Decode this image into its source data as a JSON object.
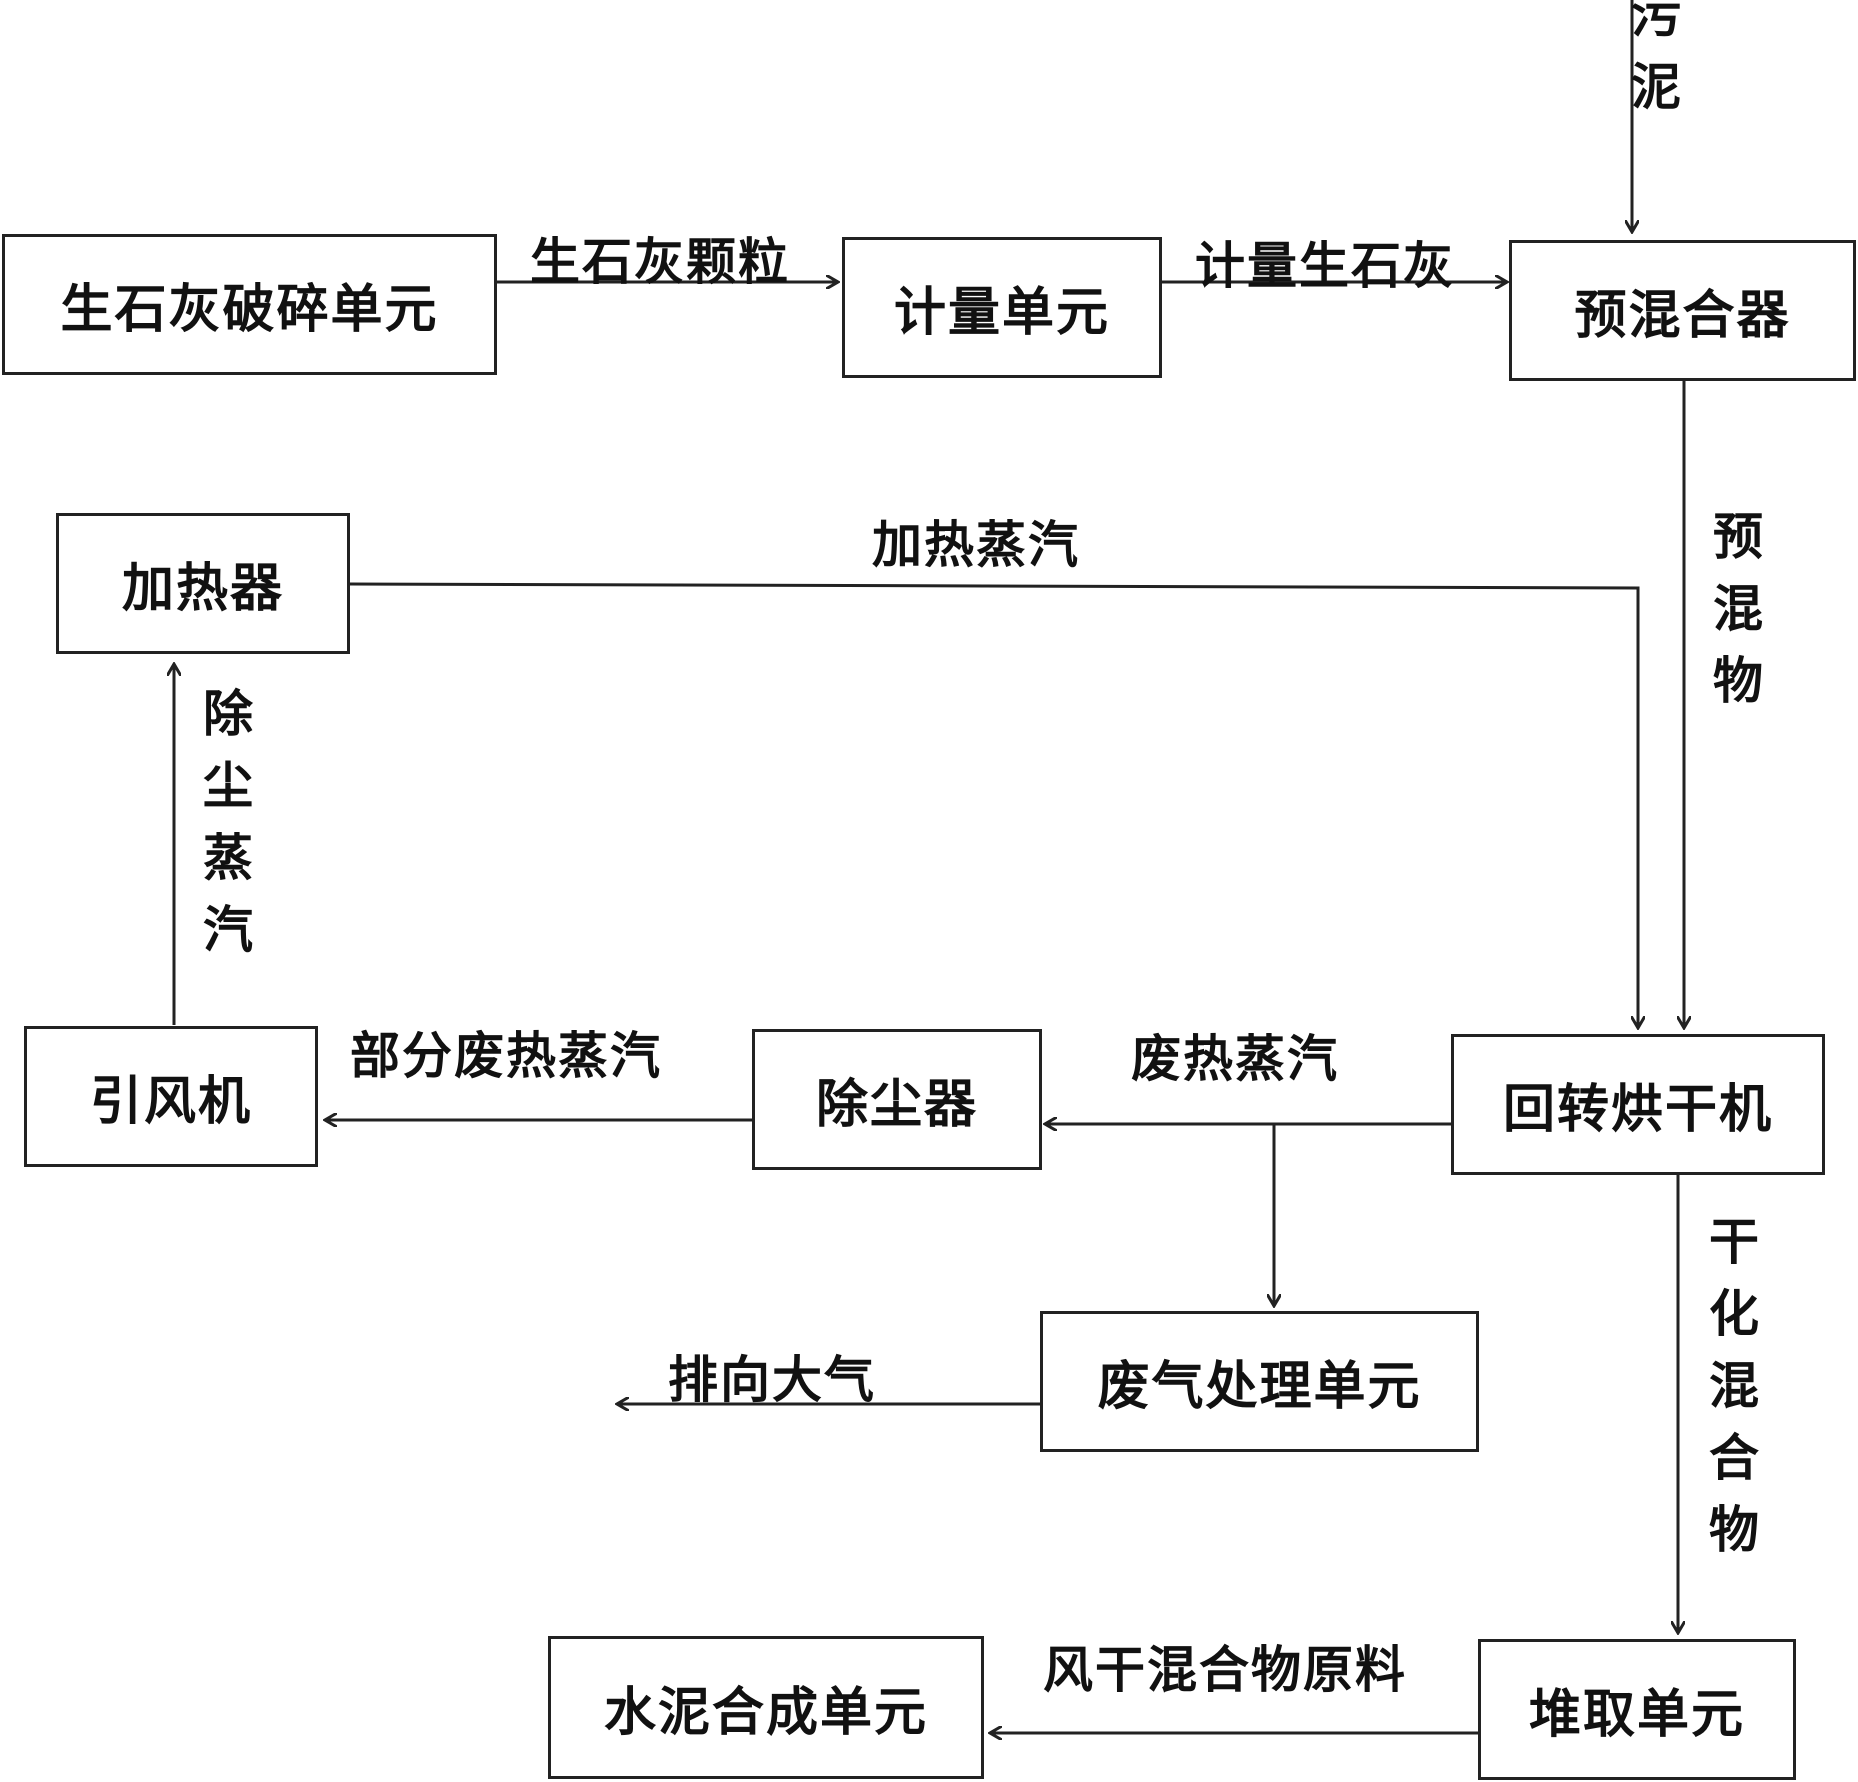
{
  "nodes": {
    "lime_crusher": "生石灰破碎单元",
    "metering": "计量单元",
    "premixer": "预混合器",
    "heater": "加热器",
    "fan": "引风机",
    "dust_collector": "除尘器",
    "rotary_dryer": "回转烘干机",
    "exhaust_treatment": "废气处理单元",
    "cement_synthesis": "水泥合成单元",
    "stacker_reclaimer": "堆取单元"
  },
  "edges": {
    "sludge": "污泥",
    "lime_granules": "生石灰颗粒",
    "metered_lime": "计量生石灰",
    "premix": "预混物",
    "heating_steam": "加热蒸汽",
    "dedusted_steam": "除尘蒸汽",
    "partial_waste_steam": "部分废热蒸汽",
    "waste_steam": "废热蒸汽",
    "to_atmosphere": "排向大气",
    "dried_mixture": "干化混合物",
    "air_dried_material": "风干混合物原料"
  }
}
